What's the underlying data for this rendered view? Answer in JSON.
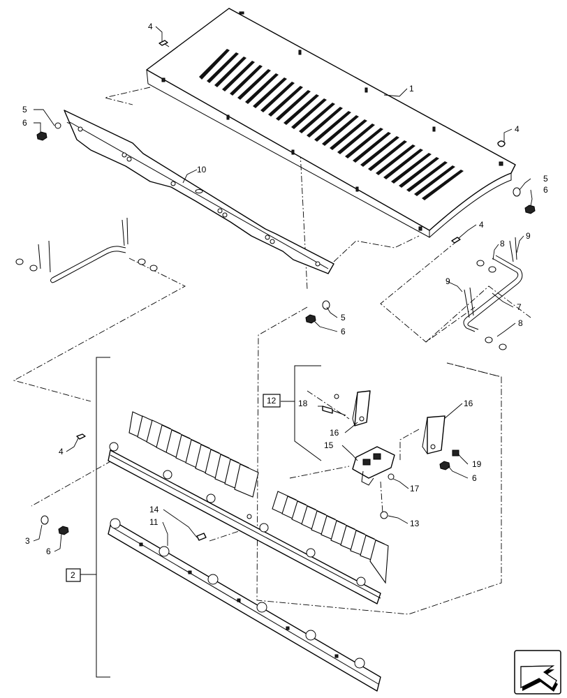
{
  "callouts": {
    "n1": "1",
    "n2": "2",
    "n3": "3",
    "n4a": "4",
    "n4b": "4",
    "n4c": "4",
    "n4d": "4",
    "n5a": "5",
    "n5b": "5",
    "n5c": "5",
    "n6a": "6",
    "n6b": "6",
    "n6c": "6",
    "n6d": "6",
    "n6e": "6",
    "n7": "7",
    "n8a": "8",
    "n8b": "8",
    "n9a": "9",
    "n9b": "9",
    "n10": "10",
    "n11": "11",
    "n12": "12",
    "n13": "13",
    "n14": "14",
    "n15": "15",
    "n16a": "16",
    "n16b": "16",
    "n17": "17",
    "n18": "18",
    "n19": "19"
  },
  "icons": {
    "corner": "next-page-arrow-icon"
  }
}
